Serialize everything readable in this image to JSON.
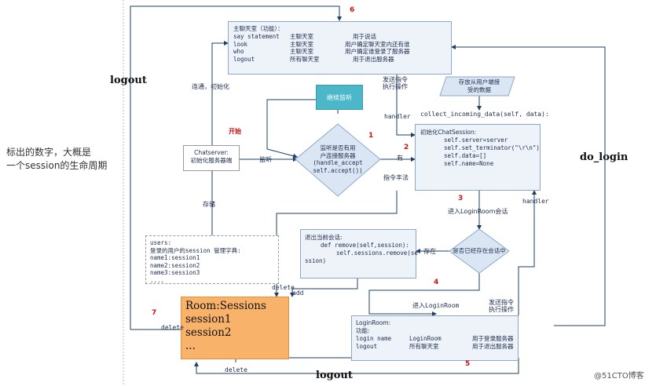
{
  "side_note": [
    "标出的数字，大概是",
    "一个session的生命周期"
  ],
  "numbers": {
    "n1": "1",
    "n2": "2",
    "n3": "3",
    "n4": "4",
    "n5": "5",
    "n6": "6",
    "n7": "7"
  },
  "chat_room": {
    "title": "主聊天室（功能）：",
    "rows": [
      {
        "cmd": "say statement",
        "room": "主聊天室",
        "desc": "用于说话"
      },
      {
        "cmd": "look",
        "room": "主聊天室",
        "desc": "用户确定聊天室内还有谁"
      },
      {
        "cmd": "who",
        "room": "主聊天室",
        "desc": "用户确定谁登录了服务器"
      },
      {
        "cmd": "logout",
        "room": "所有聊天室",
        "desc": "用于退出服务器"
      }
    ]
  },
  "continue_listen": "继续监听",
  "start_label": "开始",
  "chatserver_box": {
    "line1": "Chatserver:",
    "line2": "初始化服务器端"
  },
  "decision_connect": {
    "l1": "监听是否有用",
    "l2": "户连接服务器",
    "l3": "(handle_accept",
    "l4": "self.accept())"
  },
  "chatsession": {
    "title": "初始化ChatSession:",
    "lines": [
      "self.server=server",
      "self.set_terminator(\"\\r\\n\")",
      "self.data=[]",
      "self.name=None"
    ]
  },
  "store_data": {
    "l1": "存放从用户端接",
    "l2": "受的数据"
  },
  "collect_label": "collect_incoming_data(self, data):",
  "users_box": {
    "title": "users:",
    "subtitle": "登录的用户的session 管理字典:",
    "lines": [
      "name1:session1",
      "name2:session2",
      "name3:session3",
      "...."
    ]
  },
  "exit_session": {
    "title": "退出当前会话:",
    "lines": [
      "def remove(self,session):",
      "self.sessions.remove(se",
      "ssion)"
    ]
  },
  "decision_in_session": "是否已经存在会话中",
  "room_box": {
    "lines": [
      "Room:Sessions",
      "session1",
      "session2",
      "..."
    ]
  },
  "login_room": {
    "title": "LoginRoom:",
    "subtitle": "功能:",
    "rows": [
      {
        "cmd": "login name",
        "room": "LoginRoom",
        "desc": "用于登录服务器"
      },
      {
        "cmd": "logout",
        "room": "所有聊天室",
        "desc": "用于退出服务器"
      }
    ]
  },
  "edge_labels": {
    "connect_init": "连通，初始化",
    "listen": "监听",
    "yes": "有",
    "send_cmd1": "发送指令",
    "exec1": "执行操作",
    "handler1": "handler",
    "handler2": "handler",
    "cmd_error": "指令丰法",
    "store": "存储",
    "enter_login": "进入LoginRoom会话",
    "exists": "存在",
    "delete1": "delete",
    "delete2": "delete",
    "delete3": "delete",
    "add": "add",
    "enter_login2": "进入LoginRoom",
    "send_cmd2": "发送指令",
    "exec2": "执行操作",
    "logout_left": "logout",
    "logout_bottom": "logout",
    "do_login": "do_login"
  },
  "watermark": "@51CTO博客"
}
